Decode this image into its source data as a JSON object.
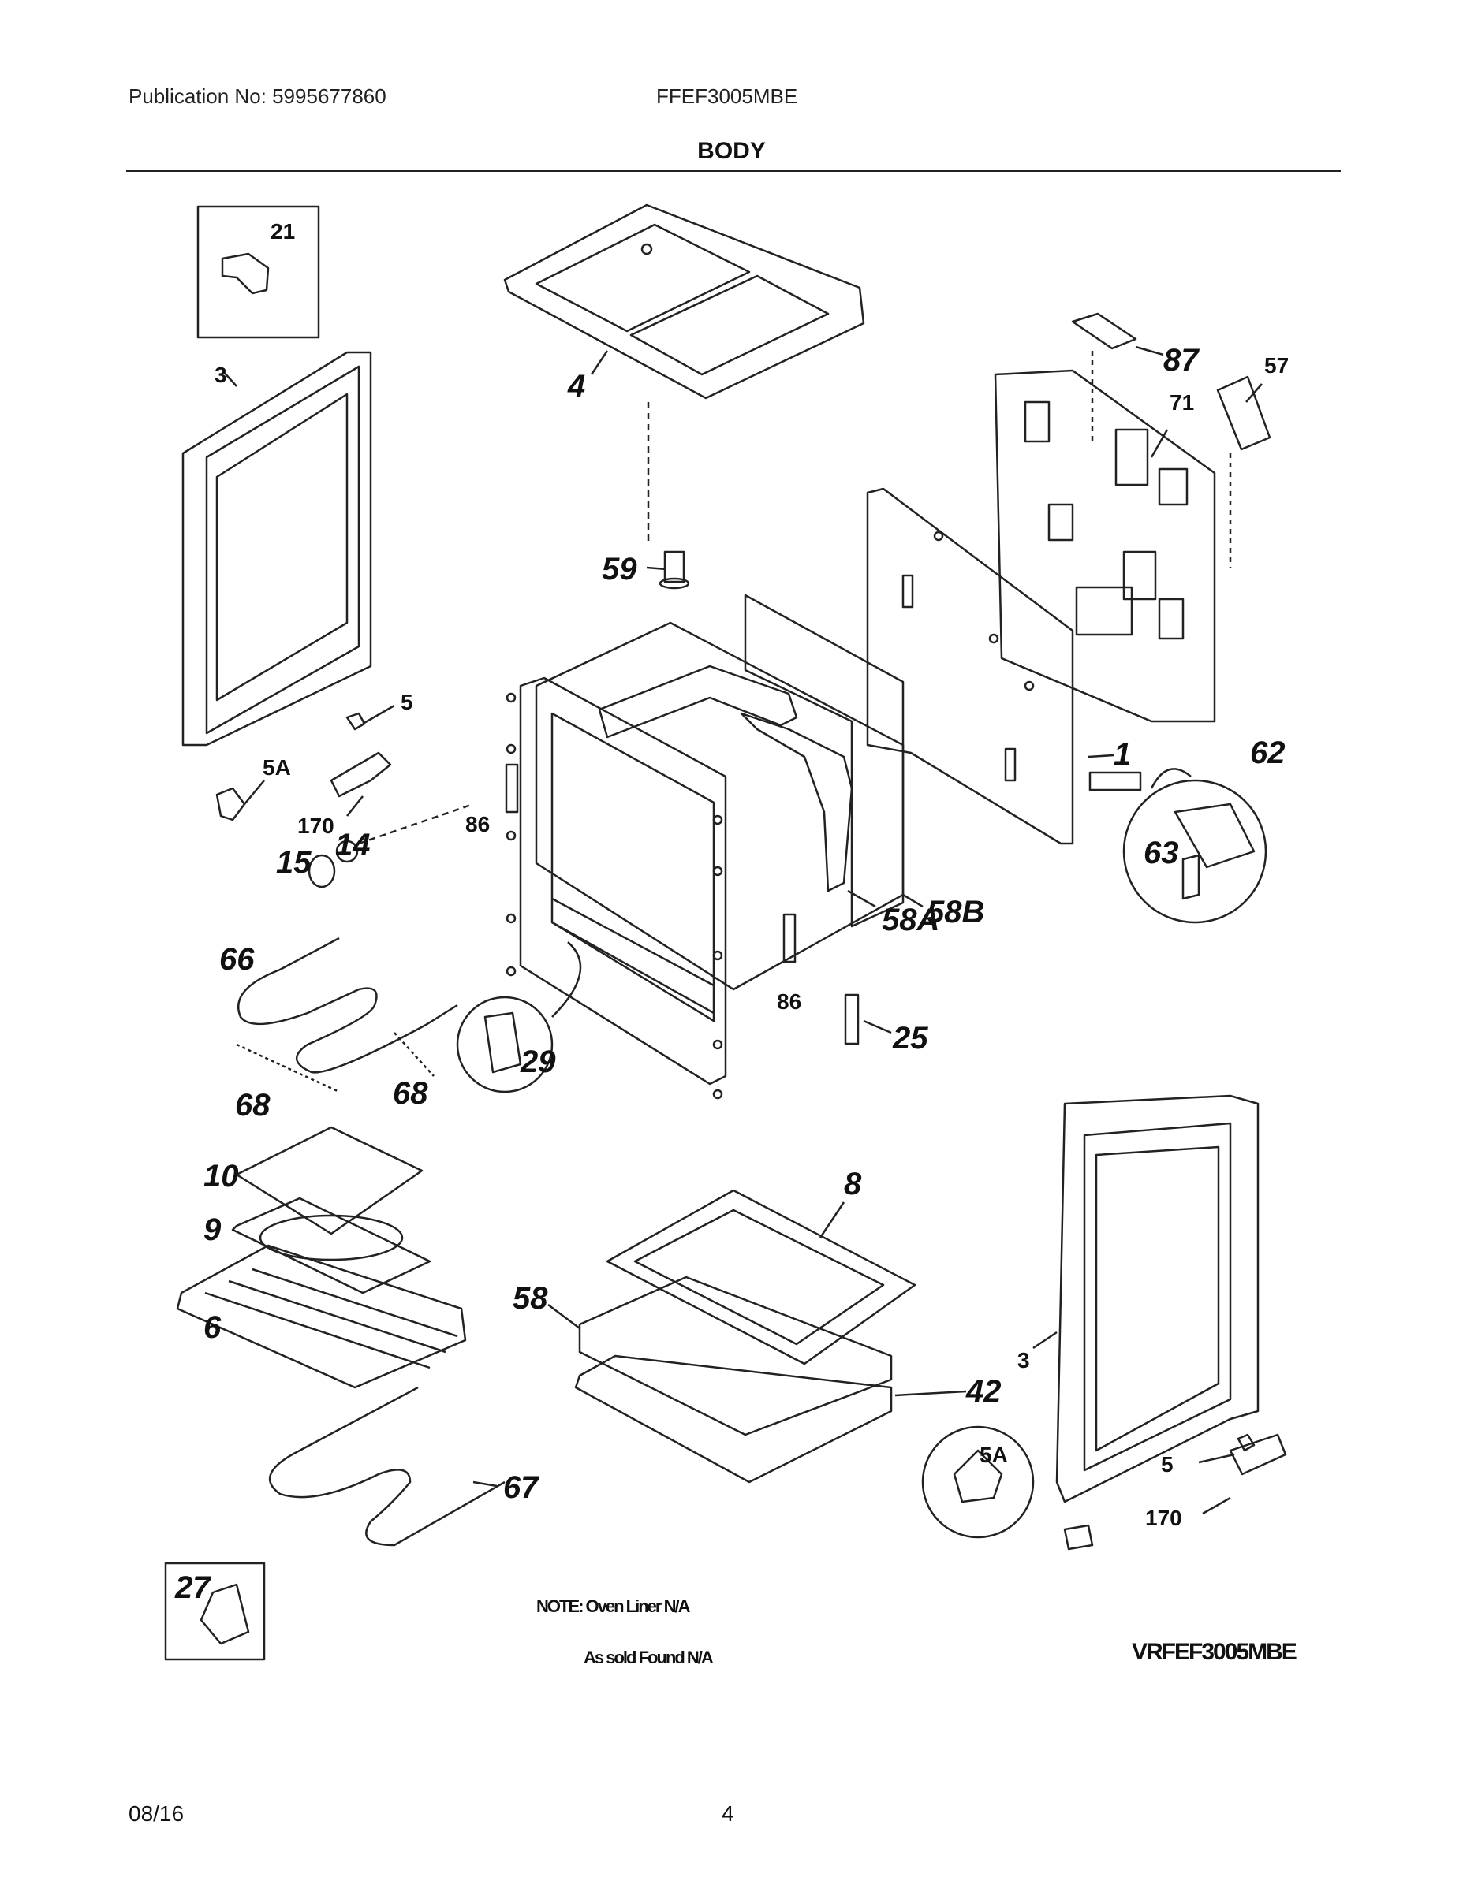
{
  "header": {
    "publication": "Publication No:  5995677860",
    "model": "FFEF3005MBE"
  },
  "title": "BODY",
  "callouts": [
    {
      "id": "c21",
      "text": "21"
    },
    {
      "id": "c3a",
      "text": "3"
    },
    {
      "id": "c4",
      "text": "4"
    },
    {
      "id": "c87",
      "text": "87"
    },
    {
      "id": "c57",
      "text": "57"
    },
    {
      "id": "c71",
      "text": "71"
    },
    {
      "id": "c59",
      "text": "59"
    },
    {
      "id": "c5a",
      "text": "5"
    },
    {
      "id": "c5Aa",
      "text": "5A"
    },
    {
      "id": "c170a",
      "text": "170"
    },
    {
      "id": "c86a",
      "text": "86"
    },
    {
      "id": "c14",
      "text": "14"
    },
    {
      "id": "c15",
      "text": "15"
    },
    {
      "id": "c1",
      "text": "1"
    },
    {
      "id": "c62",
      "text": "62"
    },
    {
      "id": "c63",
      "text": "63"
    },
    {
      "id": "c58A",
      "text": "58A"
    },
    {
      "id": "c58B",
      "text": "58B"
    },
    {
      "id": "c86b",
      "text": "86"
    },
    {
      "id": "c66",
      "text": "66"
    },
    {
      "id": "c68a",
      "text": "68"
    },
    {
      "id": "c68b",
      "text": "68"
    },
    {
      "id": "c29",
      "text": "29"
    },
    {
      "id": "c25",
      "text": "25"
    },
    {
      "id": "c10",
      "text": "10"
    },
    {
      "id": "c9",
      "text": "9"
    },
    {
      "id": "c6",
      "text": "6"
    },
    {
      "id": "c8",
      "text": "8"
    },
    {
      "id": "c58",
      "text": "58"
    },
    {
      "id": "c42",
      "text": "42"
    },
    {
      "id": "c67",
      "text": "67"
    },
    {
      "id": "c3b",
      "text": "3"
    },
    {
      "id": "c5Ab",
      "text": "5A"
    },
    {
      "id": "c5b",
      "text": "5"
    },
    {
      "id": "c170b",
      "text": "170"
    },
    {
      "id": "c27",
      "text": "27"
    }
  ],
  "notes": {
    "line1": "NOTE: Oven Liner N/A",
    "line2": "As sold Found N/A",
    "code": "VRFEF3005MBE"
  },
  "footer": {
    "date": "08/16",
    "page": "4"
  }
}
